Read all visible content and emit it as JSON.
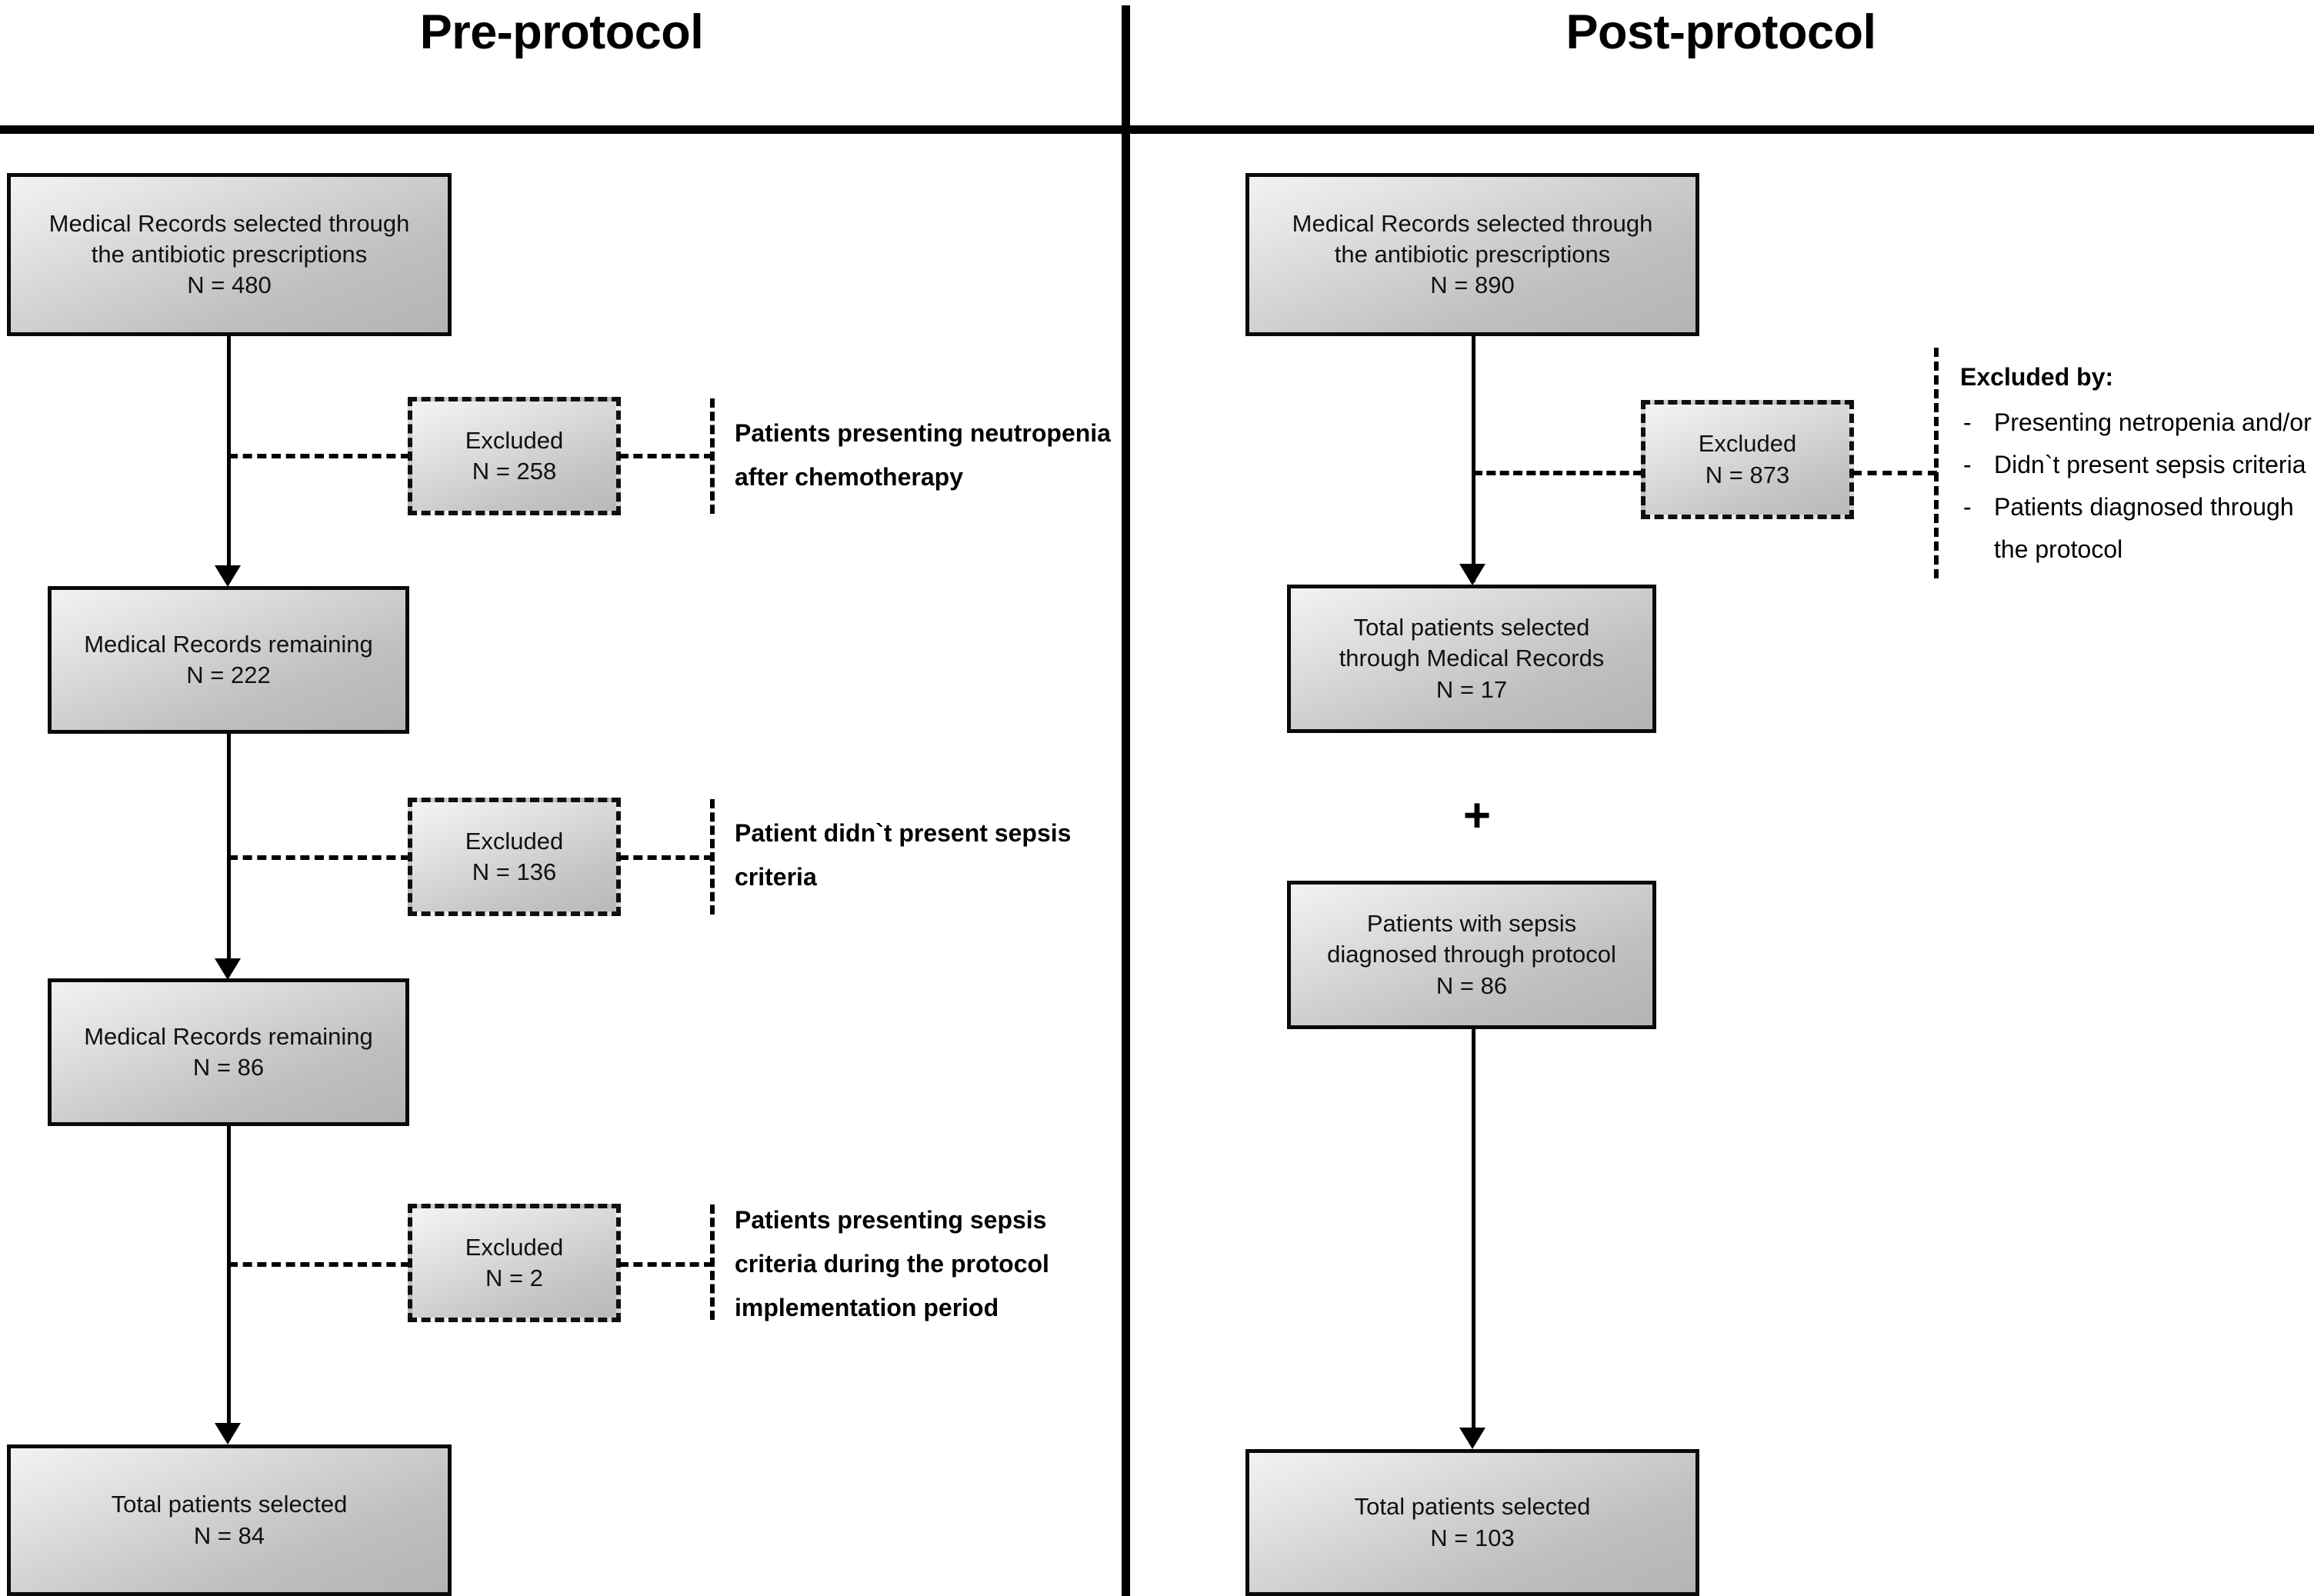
{
  "figure": {
    "type": "flowchart",
    "columns": [
      {
        "id": "pre",
        "title": "Pre-protocol"
      },
      {
        "id": "post",
        "title": "Post-protocol"
      }
    ]
  },
  "pre": {
    "title": "Pre-protocol",
    "boxes": [
      {
        "id": "pre-source",
        "line1": "Medical Records selected through",
        "line2": "the antibiotic prescriptions",
        "line3": "N = 480",
        "n": 480
      },
      {
        "id": "pre-remaining-1",
        "line1": "Medical Records remaining",
        "line2": "N = 222",
        "n": 222
      },
      {
        "id": "pre-remaining-2",
        "line1": "Medical Records remaining",
        "line2": "N = 86",
        "n": 86
      },
      {
        "id": "pre-total",
        "line1": "Total patients selected",
        "line2": "N = 84",
        "n": 84
      }
    ],
    "exclusions": [
      {
        "id": "pre-excl-1",
        "label": "Excluded",
        "count": "N = 258",
        "n": 258,
        "reason_lines": [
          "Patients presenting neutropenia",
          "after chemotherapy"
        ]
      },
      {
        "id": "pre-excl-2",
        "label": "Excluded",
        "count": "N = 136",
        "n": 136,
        "reason_lines": [
          "Patient didn`t present sepsis",
          "criteria"
        ]
      },
      {
        "id": "pre-excl-3",
        "label": "Excluded",
        "count": "N = 2",
        "n": 2,
        "reason_lines": [
          "Patients presenting sepsis",
          "criteria during the protocol",
          "implementation period"
        ]
      }
    ]
  },
  "post": {
    "title": "Post-protocol",
    "boxes": [
      {
        "id": "post-source",
        "line1": "Medical Records selected through",
        "line2": "the antibiotic prescriptions",
        "line3": "N = 890",
        "n": 890
      },
      {
        "id": "post-records",
        "line1": "Total patients selected",
        "line2": "through Medical Records",
        "line3": "N = 17",
        "n": 17
      },
      {
        "id": "post-protocol-dx",
        "line1": "Patients with sepsis",
        "line2": "diagnosed through protocol",
        "line3": "N = 86",
        "n": 86
      },
      {
        "id": "post-total",
        "line1": "Total patients selected",
        "line2": "N = 103",
        "n": 103
      }
    ],
    "operator": "+",
    "exclusion": {
      "id": "post-excl-1",
      "label": "Excluded",
      "count": "N = 873",
      "n": 873
    },
    "excluded_by": {
      "title": "Excluded by:",
      "bullet": "-",
      "items": [
        {
          "text": "Presenting netropenia and/or",
          "cont": null
        },
        {
          "text": "Didn`t present sepsis criteria",
          "cont": null
        },
        {
          "text": "Patients diagnosed through",
          "cont": "the protocol"
        }
      ]
    }
  },
  "style": {
    "ink": "#000000",
    "box_border": "#0a0a0a",
    "box_fill_light": "#f2f2f2",
    "box_fill_dark": "#b4b4b4",
    "background": "#ffffff"
  }
}
